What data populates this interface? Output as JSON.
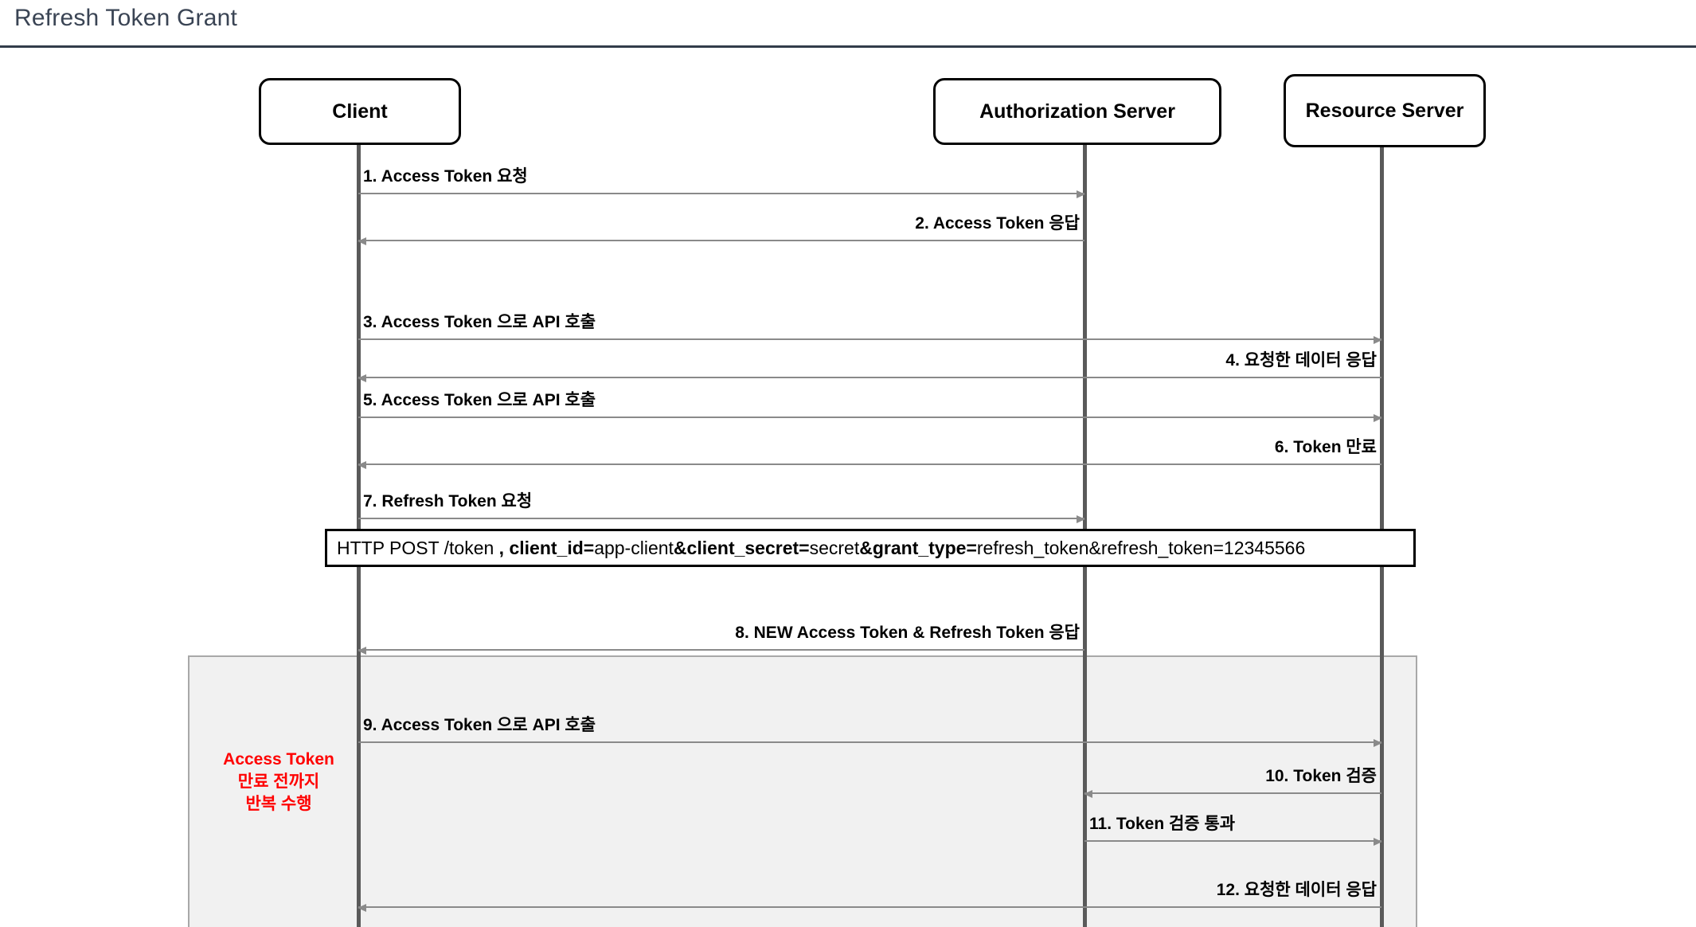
{
  "header": {
    "title": "Refresh Token Grant",
    "title_color": "#3a4454",
    "rule_color": "#323c4a"
  },
  "diagram": {
    "type": "sequence-diagram",
    "participants": [
      {
        "id": "client",
        "label": "Client"
      },
      {
        "id": "auth",
        "label": "Authorization Server"
      },
      {
        "id": "resource",
        "label": "Resource Server"
      }
    ],
    "messages": [
      {
        "n": "1",
        "label": "1. Access Token 요청",
        "from": "client",
        "to": "auth",
        "direction": "right",
        "align": "left"
      },
      {
        "n": "2",
        "label": "2. Access Token 응답",
        "from": "auth",
        "to": "client",
        "direction": "left",
        "align": "right"
      },
      {
        "n": "3",
        "label": "3. Access Token 으로 API 호출",
        "from": "client",
        "to": "resource",
        "direction": "right",
        "align": "left"
      },
      {
        "n": "4",
        "label": "4. 요청한 데이터 응답",
        "from": "resource",
        "to": "client",
        "direction": "left",
        "align": "right"
      },
      {
        "n": "5",
        "label": "5. Access Token 으로 API 호출",
        "from": "client",
        "to": "resource",
        "direction": "right",
        "align": "left"
      },
      {
        "n": "6",
        "label": "6. Token 만료",
        "from": "resource",
        "to": "client",
        "direction": "left",
        "align": "right"
      },
      {
        "n": "7",
        "label": "7. Refresh Token 요청",
        "from": "client",
        "to": "auth",
        "direction": "right",
        "align": "left"
      },
      {
        "n": "8",
        "label": "8. NEW Access Token & Refresh Token 응답",
        "from": "auth",
        "to": "client",
        "direction": "left",
        "align": "right"
      },
      {
        "n": "9",
        "label": "9. Access Token 으로 API 호출",
        "from": "client",
        "to": "resource",
        "direction": "right",
        "align": "left"
      },
      {
        "n": "10",
        "label": "10. Token 검증",
        "from": "resource",
        "to": "auth",
        "direction": "left",
        "align": "right"
      },
      {
        "n": "11",
        "label": "11. Token 검증 통과",
        "from": "auth",
        "to": "resource",
        "direction": "right",
        "align": "left"
      },
      {
        "n": "12",
        "label": "12. 요청한 데이터 응답",
        "from": "resource",
        "to": "client",
        "direction": "left",
        "align": "right"
      }
    ],
    "note": {
      "segments": [
        {
          "text": "HTTP POST /token ",
          "bold": false
        },
        {
          "text": ", client_id=",
          "bold": true
        },
        {
          "text": "app-client",
          "bold": false
        },
        {
          "text": "&client_secret=",
          "bold": true
        },
        {
          "text": "secret",
          "bold": false
        },
        {
          "text": "&grant_type=",
          "bold": true
        },
        {
          "text": "refresh_token&refresh_token=12345566",
          "bold": false
        }
      ],
      "plain": "HTTP POST /token , client_id=app-client&client_secret=secret&grant_type=refresh_token&refresh_token=12345566"
    },
    "loop": {
      "label": "Access Token\n만료 전까지\n반복 수행",
      "label_color": "#ff0000",
      "fill": "#f1f1f1",
      "border": "#a8a8a8"
    }
  }
}
